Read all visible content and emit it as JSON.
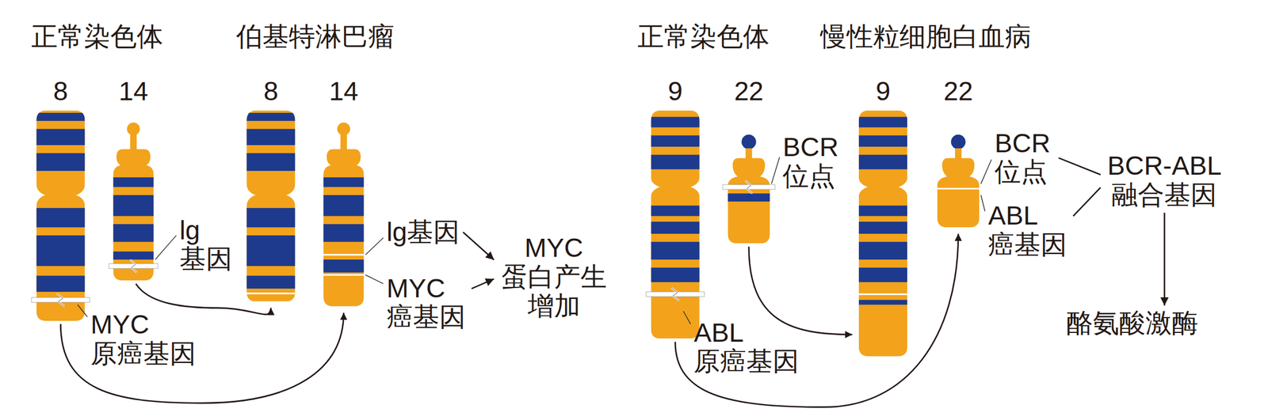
{
  "diagram": {
    "nodes": [
      {
        "text": [
          "lg基因"
        ]
      },
      {
        "text": [
          "MYC 癌基因"
        ]
      },
      {
        "text": [
          "MYC 蛋白产生 增加"
        ]
      },
      {
        "text": [
          "BCR 位点"
        ]
      },
      {
        "text": [
          "ABL 癌基因"
        ]
      },
      {
        "text": [
          "BCR-ABL 融合基因"
        ]
      },
      {
        "text": [
          "酪氨酸激酶"
        ]
      }
    ],
    "edges": [
      {
        "from": 0,
        "to": 2,
        "arrow": "to"
      },
      {
        "from": 1,
        "to": 2,
        "arrow": "to"
      },
      {
        "from": 3,
        "to": 5,
        "arrow": "none"
      },
      {
        "from": 4,
        "to": 5,
        "arrow": "none"
      },
      {
        "from": 5,
        "to": 6,
        "arrow": "to"
      }
    ],
    "labels": [
      "正常染色体",
      "8",
      "14",
      "lg 基因",
      "MYC 原癌基因",
      "伯基特淋巴瘤",
      "8",
      "14",
      "正常染色体",
      "9",
      "22",
      "BCR 位点",
      "ABL 原癌基因",
      "慢性粒细胞白血病",
      "9",
      "22"
    ]
  }
}
